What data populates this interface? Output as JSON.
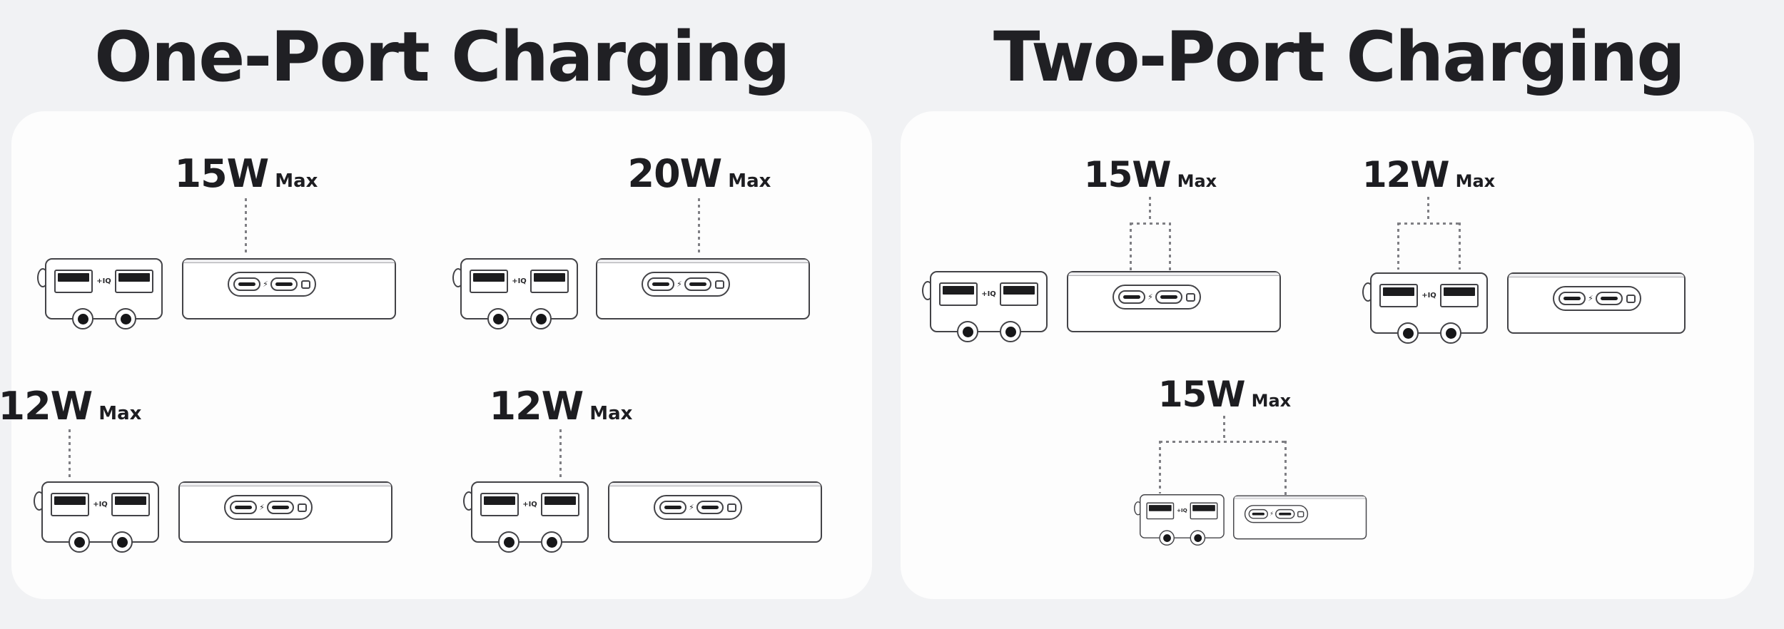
{
  "titles": {
    "left": "One-Port Charging",
    "right": "Two-Port Charging"
  },
  "units": {
    "l1": {
      "watts": "15W",
      "max": "Max"
    },
    "l2": {
      "watts": "20W",
      "max": "Max"
    },
    "l3": {
      "watts": "12W",
      "max": "Max"
    },
    "l4": {
      "watts": "12W",
      "max": "Max"
    },
    "ra": {
      "watts": "15W",
      "max": "Max"
    },
    "rb": {
      "watts": "12W",
      "max": "Max"
    },
    "rc": {
      "watts": "15W",
      "max": "Max"
    }
  },
  "device": {
    "iq_label": "+IQ"
  },
  "icons": {
    "lightning": "⚡"
  },
  "colors": {
    "background": "#f1f2f4",
    "card": "#fdfdfd",
    "ink": "#202024",
    "outline": "#434347",
    "dash": "#7f7f84"
  }
}
